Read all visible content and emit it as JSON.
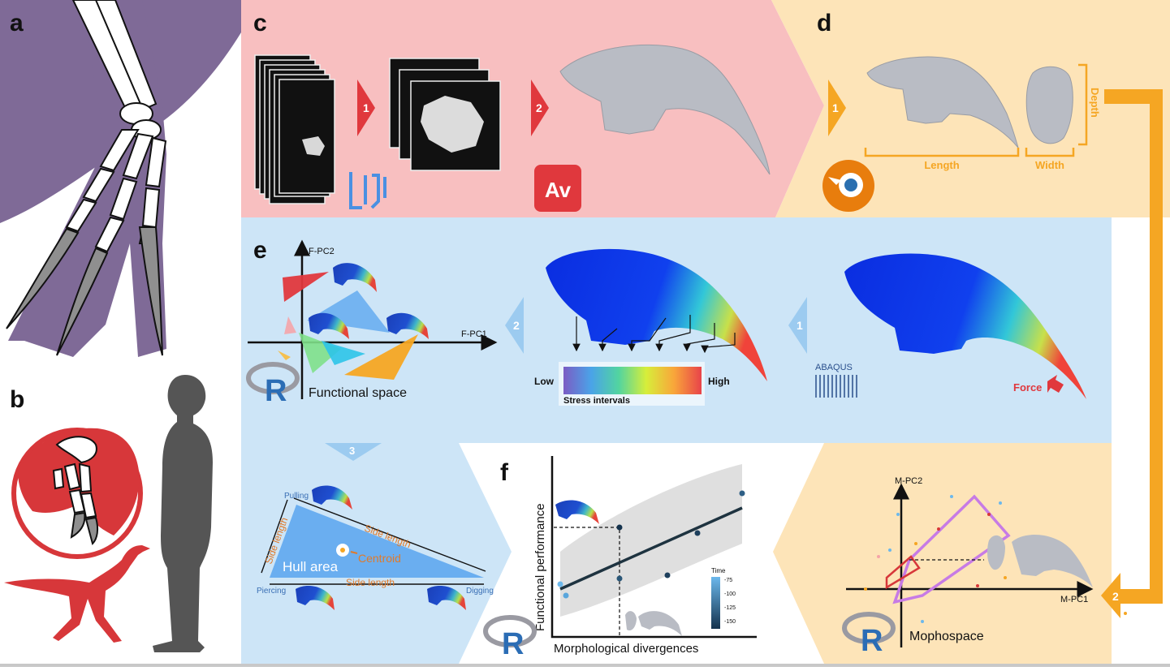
{
  "panels": {
    "a": "a",
    "b": "b",
    "c": "c",
    "d": "d",
    "e": "e",
    "f": "f"
  },
  "steps": {
    "c1": "1",
    "c2": "2",
    "d1": "1",
    "d2": "2",
    "e1": "1",
    "e2": "2",
    "e3": "3"
  },
  "software": {
    "avizo": "Av",
    "abaqus": "ABAQUS",
    "r": "R"
  },
  "measurements": {
    "length": "Length",
    "width": "Width",
    "depth": "Depth"
  },
  "fea": {
    "low": "Low",
    "high": "High",
    "stress_intervals": "Stress intervals",
    "force": "Force"
  },
  "functional_space": {
    "x_axis": "F-PC1",
    "y_axis": "F-PC2",
    "caption": "Functional space"
  },
  "hull": {
    "pulling": "Pulling",
    "piercing": "Piercing",
    "digging": "Digging",
    "side_length": "Side length",
    "hull_area": "Hull area",
    "centroid": "Centroid"
  },
  "regression": {
    "x_label": "Morphological divergences",
    "y_label": "Functional performance",
    "legend_title": "Time",
    "legend_ticks": [
      "-75",
      "-100",
      "-125",
      "-150"
    ]
  },
  "morphospace": {
    "x_axis": "M-PC1",
    "y_axis": "M-PC2",
    "caption": "Mophospace"
  },
  "colors": {
    "panel_c_bg": "#f8bfc0",
    "panel_d_bg": "#fde4b8",
    "panel_e_bg": "#cde5f7",
    "arrow_red": "#e0383d",
    "arrow_orange": "#f5a623",
    "arrow_blue": "#9ccbf0",
    "dino_red": "#d7373a",
    "silhouette": "#555555",
    "purple": "#7f6a97"
  }
}
